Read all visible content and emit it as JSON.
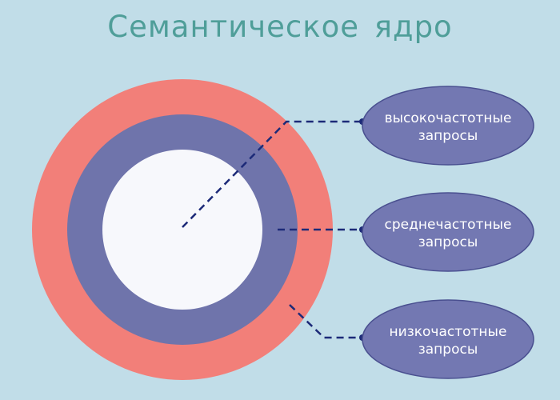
{
  "title": "Семантическое ядро",
  "colors": {
    "background": "#c1dde8",
    "outer_ring": "#f27f79",
    "middle_ring": "#6f74ab",
    "inner_circle": "#f7f8fc",
    "ellipse_fill": "#7378b2",
    "ellipse_stroke": "#4a5090",
    "connector": "#1c2a78",
    "title": "#4f9e99"
  },
  "labels": [
    {
      "line1": "высокочастотные",
      "line2": "запросы"
    },
    {
      "line1": "среднечастотные",
      "line2": "запросы"
    },
    {
      "line1": "низкочастотные",
      "line2": "запросы"
    }
  ]
}
